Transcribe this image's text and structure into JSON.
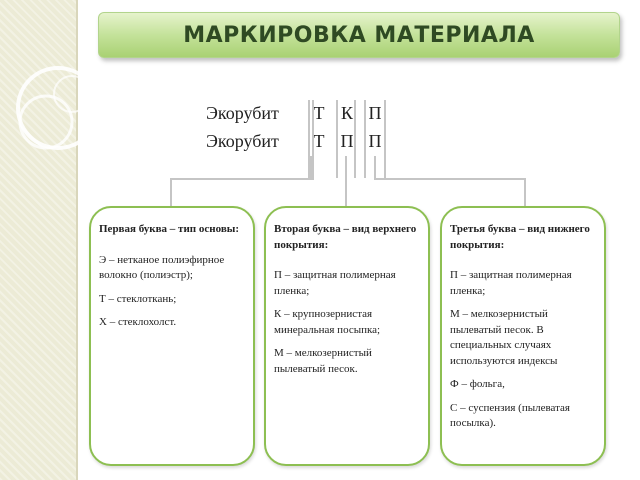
{
  "title": "МАРКИРОВКА МАТЕРИАЛА",
  "colors": {
    "accent_green": "#8dbf52",
    "title_text": "#2f4a23",
    "connector": "#c5c5c5"
  },
  "codes": [
    {
      "word": "Экорубит",
      "letters": [
        "Т",
        "К",
        "П"
      ]
    },
    {
      "word": "Экорубит",
      "letters": [
        "Т",
        "П",
        "П"
      ]
    }
  ],
  "cards": [
    {
      "heading": "Первая буква – тип основы:",
      "items": [
        "Э – нетканое полиэфирное волокно (полиэстр);",
        "Т – стеклоткань;",
        "Х – стеклохолст."
      ]
    },
    {
      "heading": "Вторая буква – вид верхнего покрытия:",
      "items": [
        "П – защитная полимерная пленка;",
        "К – крупнозернистая минеральная посыпка;",
        "М – мелкозернистый пылеватый песок."
      ]
    },
    {
      "heading": "Третья буква – вид нижнего покрытия:",
      "items": [
        "П – защитная полимерная пленка;",
        "М – мелкозернистый пылеватый песок. В специальных случаях используются индексы",
        "Ф – фольга,",
        "С – суспензия (пылеватая посылка)."
      ]
    }
  ]
}
